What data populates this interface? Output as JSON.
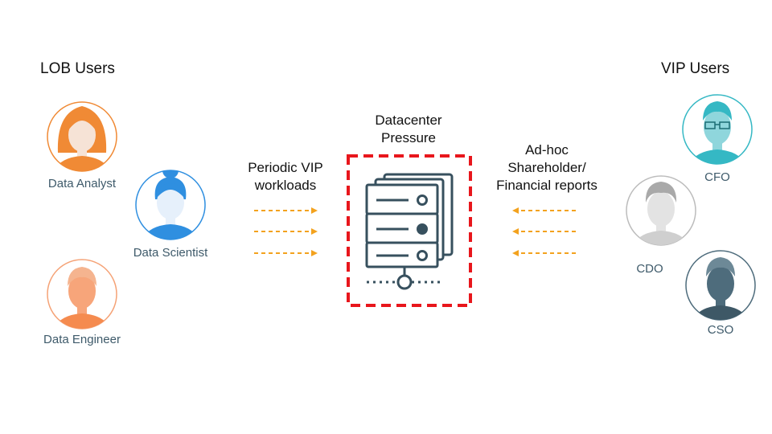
{
  "groups": {
    "left_title": "LOB Users",
    "right_title": "VIP Users"
  },
  "lob_users": [
    {
      "name": "Data Analyst",
      "icon": "data-analyst-avatar-icon",
      "color": "#f08a35"
    },
    {
      "name": "Data Scientist",
      "icon": "data-scientist-avatar-icon",
      "color": "#2f8fe0"
    },
    {
      "name": "Data Engineer",
      "icon": "data-engineer-avatar-icon",
      "color": "#f5a276"
    }
  ],
  "vip_users": [
    {
      "name": "CFO",
      "icon": "cfo-avatar-icon",
      "color": "#35b8c4"
    },
    {
      "name": "CDO",
      "icon": "cdo-avatar-icon",
      "color": "#bcbcbc"
    },
    {
      "name": "CSO",
      "icon": "cso-avatar-icon",
      "color": "#4e6c7c"
    }
  ],
  "center": {
    "line1": "Datacenter",
    "line2": "Pressure",
    "icon": "server-stack-icon",
    "border_color": "#e8161c"
  },
  "left_flow": {
    "line1": "Periodic VIP",
    "line2": "workloads",
    "arrow_color": "#f3a21e"
  },
  "right_flow": {
    "line1": "Ad-hoc",
    "line2": "Shareholder/",
    "line3": "Financial reports",
    "arrow_color": "#f3a21e"
  }
}
